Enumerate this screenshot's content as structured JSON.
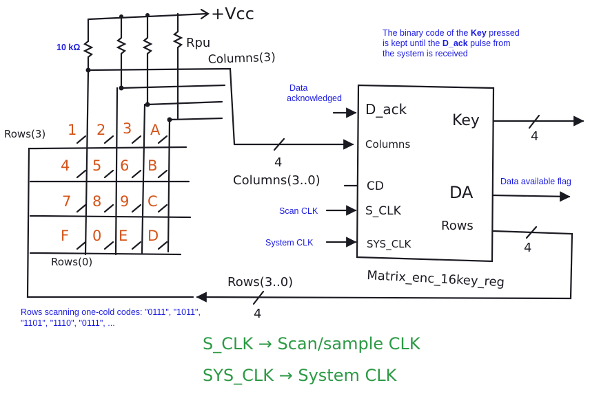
{
  "vcc": "+Vcc",
  "resistor": "10 kΩ",
  "rpu": "Rpu",
  "columns3": "Columns(3)",
  "rows3": "Rows(3)",
  "rows0": "Rows(0)",
  "keys": [
    "1",
    "2",
    "3",
    "A",
    "4",
    "5",
    "6",
    "B",
    "7",
    "8",
    "9",
    "C",
    "F",
    "0",
    "E",
    "D"
  ],
  "note_key_1": "The binary code of the ",
  "note_key_bold1": "Key",
  "note_key_2": " pressed",
  "note_key_line2a": "is kept until the ",
  "note_key_bold2": "D_ack",
  "note_key_line2b": " pulse from",
  "note_key_line3": "the system is received",
  "data_ack_1": "Data",
  "data_ack_2": "acknowledged",
  "block": {
    "in_dack": "D_ack",
    "in_columns": "Columns",
    "in_cd": "CD",
    "in_sclk": "S_CLK",
    "in_sysclk": "SYS_CLK",
    "out_key": "Key",
    "out_da": "DA",
    "out_rows": "Rows",
    "name": "Matrix_enc_16key_reg"
  },
  "bus_width": "4",
  "columns30": "Columns(3..0)",
  "scan_clk": "Scan CLK",
  "system_clk": "System CLK",
  "da_flag": "Data available flag",
  "rows30": "Rows(3..0)",
  "rows_note_1": "Rows scanning one-cold codes: \"0111\", \"1011\",",
  "rows_note_2": "\"1101\", \"1110\", \"0111\", ...",
  "legend_1": "S_CLK → Scan/sample CLK",
  "legend_2": "SYS_CLK → System CLK"
}
